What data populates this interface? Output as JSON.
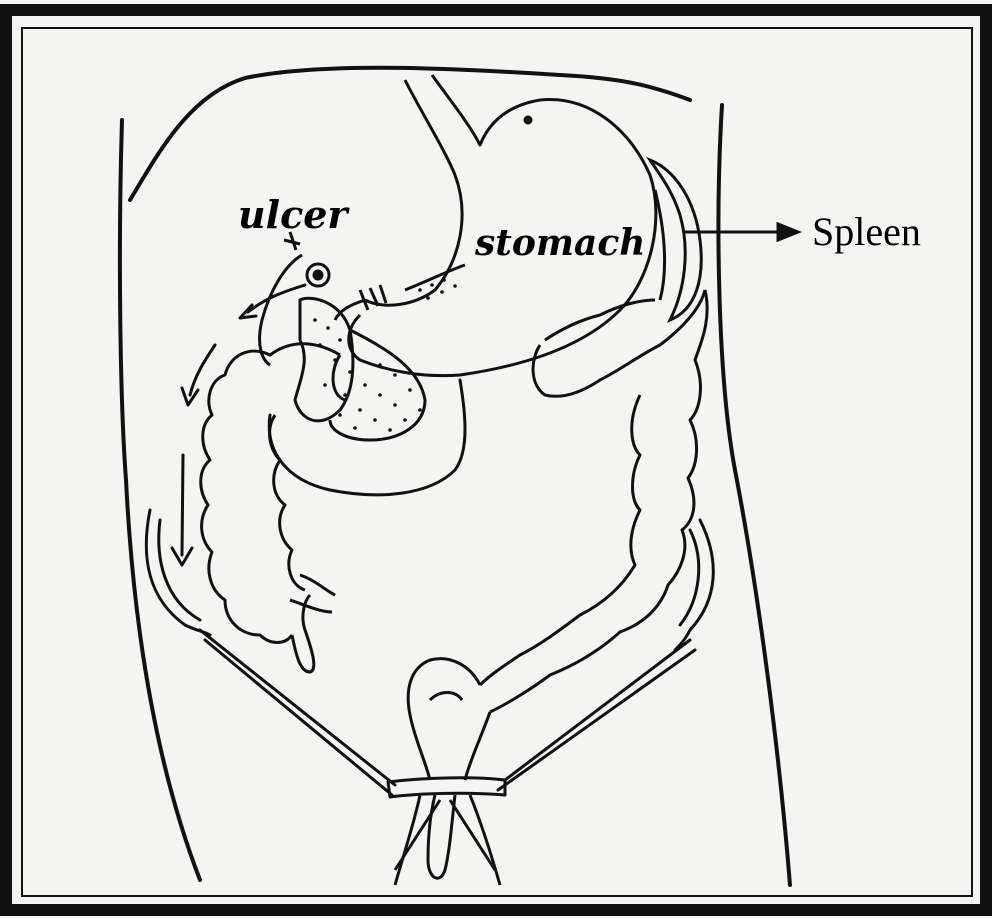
{
  "labels": {
    "ulcer": "ulcer",
    "stomach": "stomach",
    "spleen": "Spleen"
  }
}
